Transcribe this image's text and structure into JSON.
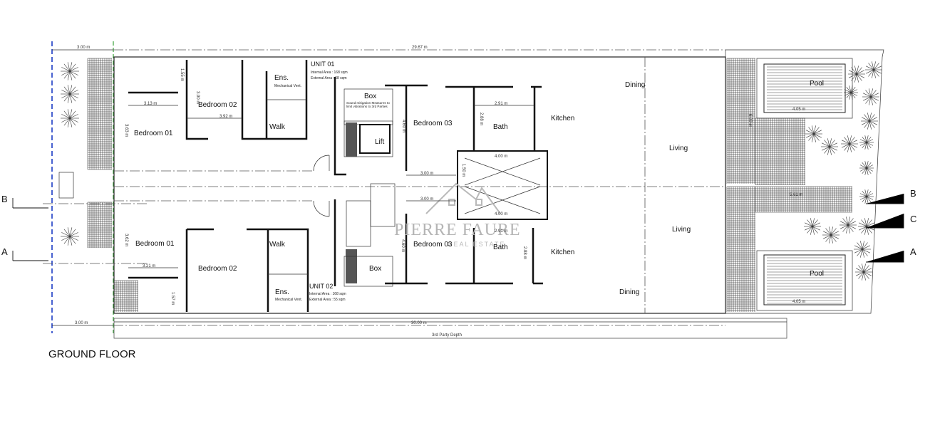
{
  "drawing": {
    "floor_title": "GROUND FLOOR",
    "unit_01": {
      "label": "UNIT 01",
      "internal": "Internal Area : 168 sqm",
      "external": "External Area : 68 sqm"
    },
    "unit_02": {
      "label": "UNIT 02",
      "internal": "Internal Area : 168 sqm",
      "external": "External Area : 55 sqm"
    },
    "rooms": {
      "bedroom_01": "Bedroom 01",
      "bedroom_02": "Bedroom 02",
      "bedroom_03": "Bedroom 03",
      "ensuite": "Ens.",
      "mech_vent": "Mechanical Vent.",
      "walk": "Walk",
      "box": "Box",
      "lift": "Lift",
      "bath": "Bath",
      "kitchen": "Kitchen",
      "dining": "Dining",
      "living": "Living",
      "pool": "Pool"
    },
    "sound_note": "Sound mitigation Measures to limit vibrations to 3rd Parties",
    "third_party": "3rd Party Depth",
    "markers": {
      "a": "A",
      "b": "B",
      "c": "C"
    },
    "dims": {
      "d300": "3.00 m",
      "d2967": "29.67 m",
      "d3000": "30.00 m",
      "d313": "3.13 m",
      "d392": "3.92 m",
      "d155": "1.55 m",
      "d390": "3.90 m",
      "d363": "3.63 m",
      "d362": "3.62 m",
      "d321": "3.21 m",
      "d157": "1.57 m",
      "d460": "4.60 m",
      "d291": "2.91 m",
      "d288": "2.88 m",
      "d400": "4.00 m",
      "d150": "1.50 m",
      "d405": "4.05 m",
      "d609": "6.09 m",
      "d561": "5.61 m"
    },
    "watermark": {
      "main": "PIERRE FAURE",
      "sub": "REAL ESTATE"
    }
  }
}
